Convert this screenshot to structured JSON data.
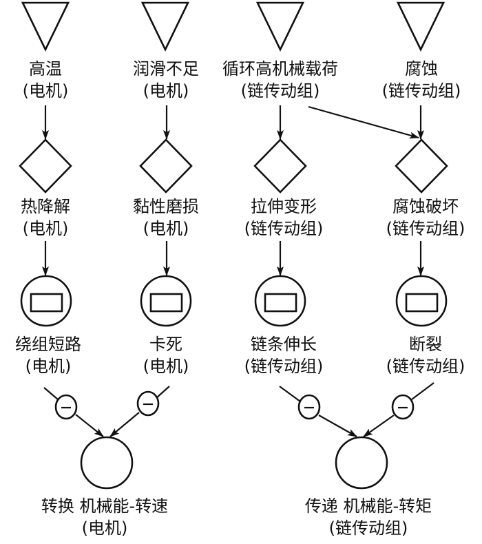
{
  "diagram": {
    "type": "failure-mode-functional-model",
    "nodes": {
      "cause_high_temp": {
        "kind": "cause-triangle",
        "label": "高温",
        "component": "(电机)"
      },
      "cause_lubrication": {
        "kind": "cause-triangle",
        "label": "润滑不足",
        "component": "(电机)"
      },
      "cause_cyclic_load": {
        "kind": "cause-triangle",
        "label": "循环高机械载荷",
        "component": "(链传动组)"
      },
      "cause_corrosion": {
        "kind": "cause-triangle",
        "label": "腐蚀",
        "component": "(链传动组)"
      },
      "mech_thermal": {
        "kind": "mechanism-diamond",
        "label": "热降解",
        "component": "(电机)"
      },
      "mech_adhesive_wear": {
        "kind": "mechanism-diamond",
        "label": "黏性磨损",
        "component": "(电机)"
      },
      "mech_tensile": {
        "kind": "mechanism-diamond",
        "label": "拉伸变形",
        "component": "(链传动组)"
      },
      "mech_corrosion_damage": {
        "kind": "mechanism-diamond",
        "label": "腐蚀破坏",
        "component": "(链传动组)"
      },
      "mode_winding_short": {
        "kind": "mode-circle",
        "label": "绕组短路",
        "component": "(电机)"
      },
      "mode_seized": {
        "kind": "mode-circle",
        "label": "卡死",
        "component": "(电机)"
      },
      "mode_chain_elongation": {
        "kind": "mode-circle",
        "label": "链条伸长",
        "component": "(链传动组)"
      },
      "mode_fracture": {
        "kind": "mode-circle",
        "label": "断裂",
        "component": "(链传动组)"
      },
      "func_convert": {
        "kind": "function-circle",
        "label": "转换 机械能-转速",
        "component": "(电机)"
      },
      "func_transmit": {
        "kind": "function-circle",
        "label": "传递 机械能-转矩",
        "component": "(链传动组)"
      }
    },
    "edges": [
      {
        "from": "cause_high_temp",
        "to": "mech_thermal"
      },
      {
        "from": "cause_lubrication",
        "to": "mech_adhesive_wear"
      },
      {
        "from": "cause_cyclic_load",
        "to": "mech_tensile"
      },
      {
        "from": "cause_cyclic_load",
        "to": "mech_corrosion_damage"
      },
      {
        "from": "cause_corrosion",
        "to": "mech_corrosion_damage"
      },
      {
        "from": "mech_thermal",
        "to": "mode_winding_short"
      },
      {
        "from": "mech_adhesive_wear",
        "to": "mode_seized"
      },
      {
        "from": "mech_tensile",
        "to": "mode_chain_elongation"
      },
      {
        "from": "mech_corrosion_damage",
        "to": "mode_fracture"
      },
      {
        "from": "mode_winding_short",
        "to": "func_convert",
        "sign": "−"
      },
      {
        "from": "mode_seized",
        "to": "func_convert",
        "sign": "−"
      },
      {
        "from": "mode_chain_elongation",
        "to": "func_transmit",
        "sign": "−"
      },
      {
        "from": "mode_fracture",
        "to": "func_transmit",
        "sign": "−"
      }
    ],
    "minus_symbol": "−"
  }
}
